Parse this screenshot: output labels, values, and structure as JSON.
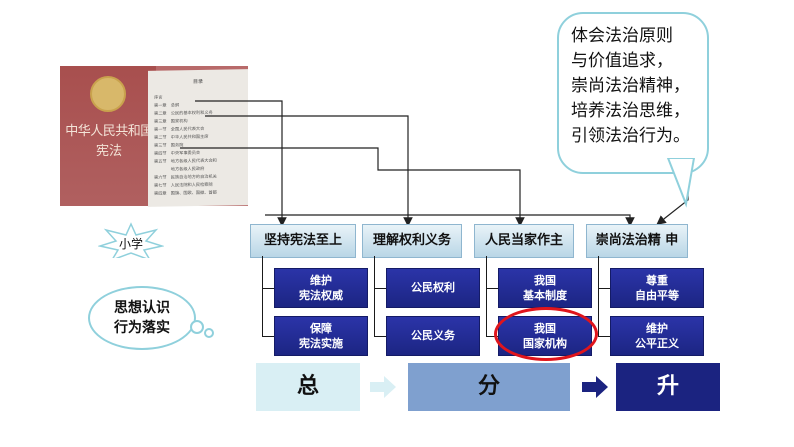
{
  "book": {
    "title": "中华人民共和国",
    "subtitle": "宪法",
    "toc_heading": "目录",
    "toc_lines": [
      "序言",
      "第一章　总纲",
      "第二章　公民的基本权利和义务",
      "第三章　国家机构",
      "第一节　全国人民代表大会",
      "第二节　中华人民共和国主席",
      "第三节　国务院",
      "第四节　中央军事委员会",
      "第五节　地方各级人民代表大会和",
      "　　　　地方各级人民政府",
      "第六节　民族自治地方的自治机关",
      "第七节　人民法院和人民检察院",
      "第四章　国旗、国歌、国徽、首都"
    ]
  },
  "bubble_top": {
    "lines": [
      "体会法治原则",
      "与价值追求，",
      "崇尚法治精神，",
      "培养法治思维，",
      "引领法治行为。"
    ]
  },
  "star_label": "小学",
  "think_bubble": {
    "line1": "思想认识",
    "line2": "行为落实"
  },
  "columns": [
    {
      "header": "坚持宪法至上",
      "items": [
        {
          "l1": "维护",
          "l2": "宪法权威"
        },
        {
          "l1": "保障",
          "l2": "宪法实施"
        }
      ]
    },
    {
      "header": "理解权利义务",
      "items": [
        {
          "single": "公民权利"
        },
        {
          "single": "公民义务"
        }
      ]
    },
    {
      "header": "人民当家作主",
      "items": [
        {
          "l1": "我国",
          "l2": "基本制度"
        },
        {
          "l1": "我国",
          "l2": "国家机构"
        }
      ]
    },
    {
      "header": "崇尚法治精 申",
      "items": [
        {
          "l1": "尊重",
          "l2": "自由平等"
        },
        {
          "l1": "维护",
          "l2": "公平正义"
        }
      ]
    }
  ],
  "steps": [
    "总",
    "分",
    "升"
  ],
  "colors": {
    "step1": "#d9eff4",
    "step2": "#7fa0cf",
    "step3": "#1b2380",
    "highlight_ring": "#e0151c",
    "bubble_border": "#8fd0dc"
  }
}
